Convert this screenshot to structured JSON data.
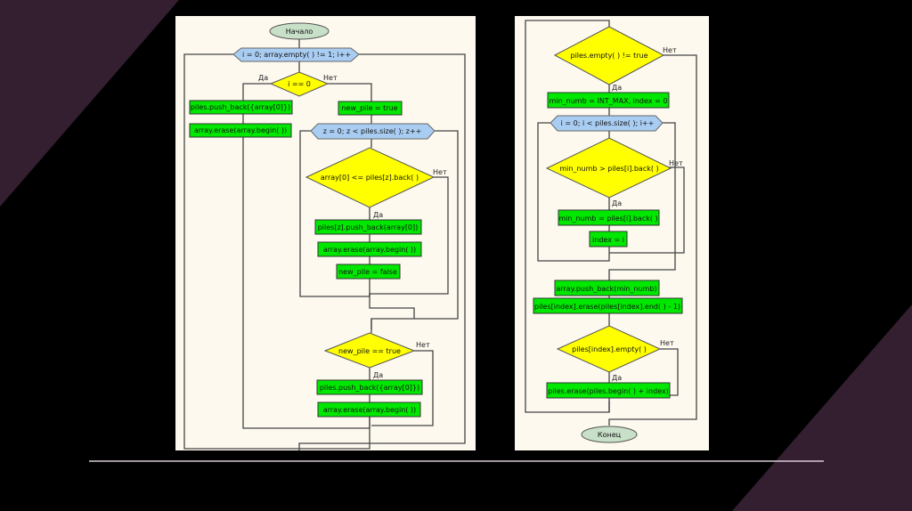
{
  "theme": {
    "background": "#000000",
    "accent_triangle": "#331f30",
    "panel": "#fdf9ef",
    "process_fill": "#00e800",
    "decision_fill": "#ffff00",
    "loop_fill": "#a9cdf2",
    "terminal_fill": "#c8dfc8",
    "divider": "#d9c9d6"
  },
  "flowchart_left": {
    "start": "Начало",
    "outer_loop": "i = 0; array.empty( ) != 1; i++",
    "cond_first": "i == 0",
    "yes": "Да",
    "no": "Нет",
    "first_push": "piles.push_back({array[0]})",
    "first_erase": "array.erase(array.begin( ))",
    "new_pile_true": "new_pile = true",
    "inner_loop": "z = 0; z < piles.size( ); z++",
    "cond_compare": "array[0]  <= piles[z].back( )",
    "pile_push": "piles[z].push_back(array[0])",
    "pile_erase": "array.erase(array.begin( ))",
    "new_pile_false": "new_pile = false",
    "cond_new_pile": "new_pile == true",
    "new_push": "piles.push_back({array[0]})",
    "new_erase": "array.erase(array.begin( ))"
  },
  "flowchart_right": {
    "cond_piles_empty": "piles.empty( ) != true",
    "yes": "Да",
    "no": "Нет",
    "init_min": "min_numb = INT_MAX, index = 0",
    "loop": "i = 0; i < piles.size( ); i++",
    "cond_min": "min_numb > piles[i].back( )",
    "set_min": "min_numb = piles[i].back( )",
    "set_index": "index = i",
    "push_min": "array.push_back(min_numb)",
    "erase_last": "piles[index].erase(piles[index].end( ) - 1)",
    "cond_index_empty": "piles[index].empty( )",
    "erase_pile": "piles.erase(piles.begin( ) + index)",
    "end": "Конец"
  }
}
